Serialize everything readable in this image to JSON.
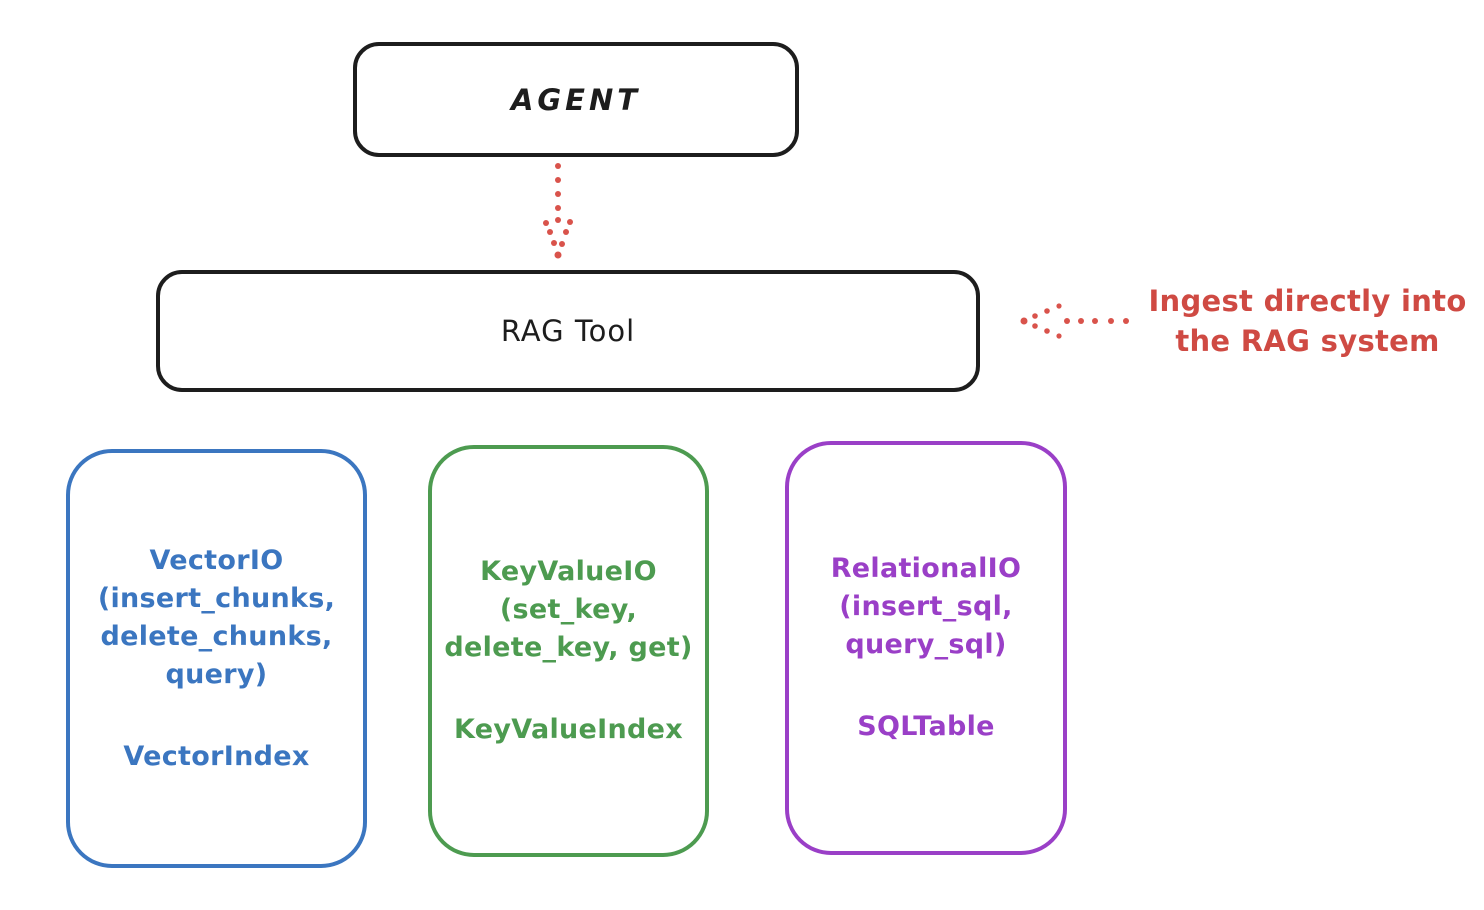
{
  "diagram": {
    "agent": {
      "label": "AGENT"
    },
    "rag_tool": {
      "label": "RAG Tool"
    },
    "annotation": {
      "line1": "Ingest directly into",
      "line2": "the RAG system",
      "color": "#cf4a43"
    },
    "storage_boxes": [
      {
        "name": "vector-io",
        "color": "#3b76c0",
        "lines": [
          "VectorIO",
          "(insert_chunks,",
          "delete_chunks,",
          "query)"
        ],
        "index_label": "VectorIndex"
      },
      {
        "name": "keyvalue-io",
        "color": "#4d9b50",
        "lines": [
          "KeyValueIO",
          "(set_key,",
          "delete_key, get)"
        ],
        "index_label": "KeyValueIndex"
      },
      {
        "name": "relational-io",
        "color": "#9a3fc7",
        "lines": [
          "RelationalIO",
          "(insert_sql,",
          "query_sql)"
        ],
        "index_label": "SQLTable"
      }
    ],
    "colors": {
      "stroke": "#1d1d1d",
      "arrow_red": "#d9534b",
      "blue": "#3b76c0",
      "green": "#4d9b50",
      "purple": "#9a3fc7"
    }
  }
}
